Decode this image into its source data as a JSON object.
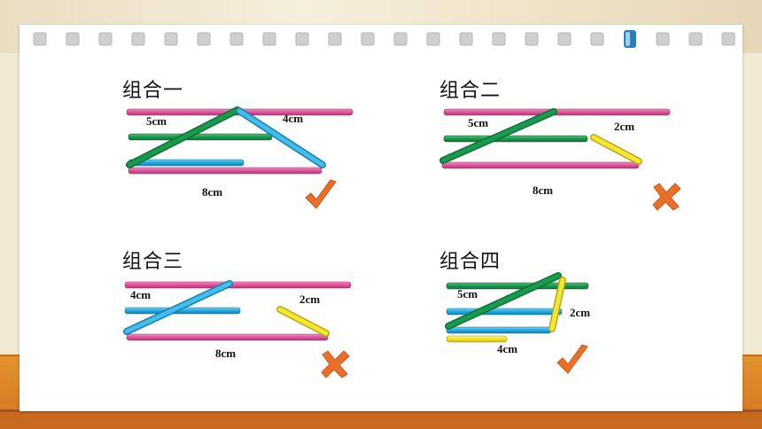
{
  "combos": [
    {
      "title": "组合一",
      "labels": [
        "5cm",
        "4cm",
        "8cm"
      ],
      "result": "check-mark-icon"
    },
    {
      "title": "组合二",
      "labels": [
        "5cm",
        "2cm",
        "8cm"
      ],
      "result": "cross-mark-icon"
    },
    {
      "title": "组合三",
      "labels": [
        "4cm",
        "2cm",
        "8cm"
      ],
      "result": "cross-mark-icon"
    },
    {
      "title": "组合四",
      "labels": [
        "5cm",
        "2cm",
        "4cm"
      ],
      "result": "check-mark-icon"
    }
  ],
  "colors": {
    "pink": "#e0529b",
    "green": "#1a9a4c",
    "blue": "#1fa9e0",
    "yellow": "#f2e21d",
    "check": "#e8702a",
    "cross": "#e8702a"
  }
}
